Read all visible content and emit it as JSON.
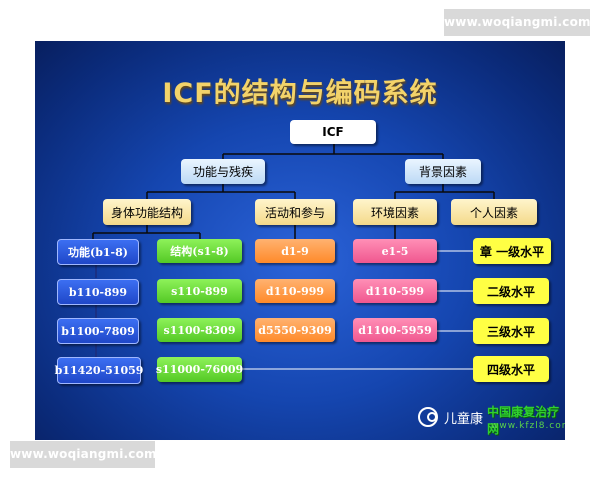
{
  "watermark": {
    "top": "www.woqiangmi.com",
    "bottom": "www.woqiangmi.com"
  },
  "title": "ICF的结构与编码系统",
  "root": "ICF",
  "categories": [
    "功能与残疾",
    "背景因素"
  ],
  "components": [
    "身体功能结构",
    "活动和参与",
    "环境因素",
    "个人因素"
  ],
  "columns": {
    "body_function": [
      "功能(b1-8)",
      "b110-899",
      "b1100-7809",
      "b11420-51059"
    ],
    "body_structure": [
      "结构(s1-8)",
      "s110-899",
      "s1100-8309",
      "s11000-76009"
    ],
    "activity": [
      "d1-9",
      "d110-999",
      "d5550-9309"
    ],
    "environment": [
      "e1-5",
      "d110-599",
      "d1100-5959"
    ]
  },
  "levels": [
    "章 一级水平",
    "二级水平",
    "三级水平",
    "四级水平"
  ],
  "logo": {
    "text": "儿童康",
    "text2": "中国康复治疗网",
    "url": "www.kfzl8.com"
  },
  "colors": {
    "background": "#1546b0",
    "title": "#f3d36a",
    "body_function": "#2a5ae0",
    "body_structure": "#6fe03a",
    "activity": "#ff9b45",
    "environment": "#f56e9e",
    "level": "#ffff44"
  }
}
